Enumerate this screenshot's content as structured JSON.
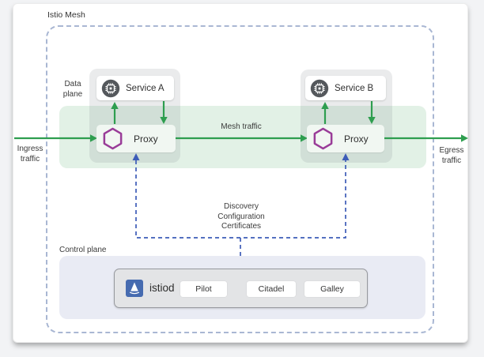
{
  "title": "Istio Mesh",
  "data_plane": {
    "label": "Data\nplane"
  },
  "traffic": {
    "ingress": "Ingress\ntraffic",
    "egress": "Egress\ntraffic",
    "mesh": "Mesh traffic"
  },
  "services": {
    "a": "Service A",
    "b": "Service B"
  },
  "proxies": {
    "a": "Proxy",
    "b": "Proxy"
  },
  "control_plane": {
    "label": "Control plane",
    "istiod": "istiod",
    "components": [
      "Pilot",
      "Citadel",
      "Galley"
    ],
    "channel": "Discovery\nConfiguration\nCertificates"
  },
  "colors": {
    "arrow_green": "#2e9e4f",
    "control_blue": "#3d5cb8",
    "mesh_border": "#a9b7d3",
    "band_green": "#e2f1e6",
    "hexagon_purple": "#993c98",
    "logo_blue": "#466bb0"
  }
}
